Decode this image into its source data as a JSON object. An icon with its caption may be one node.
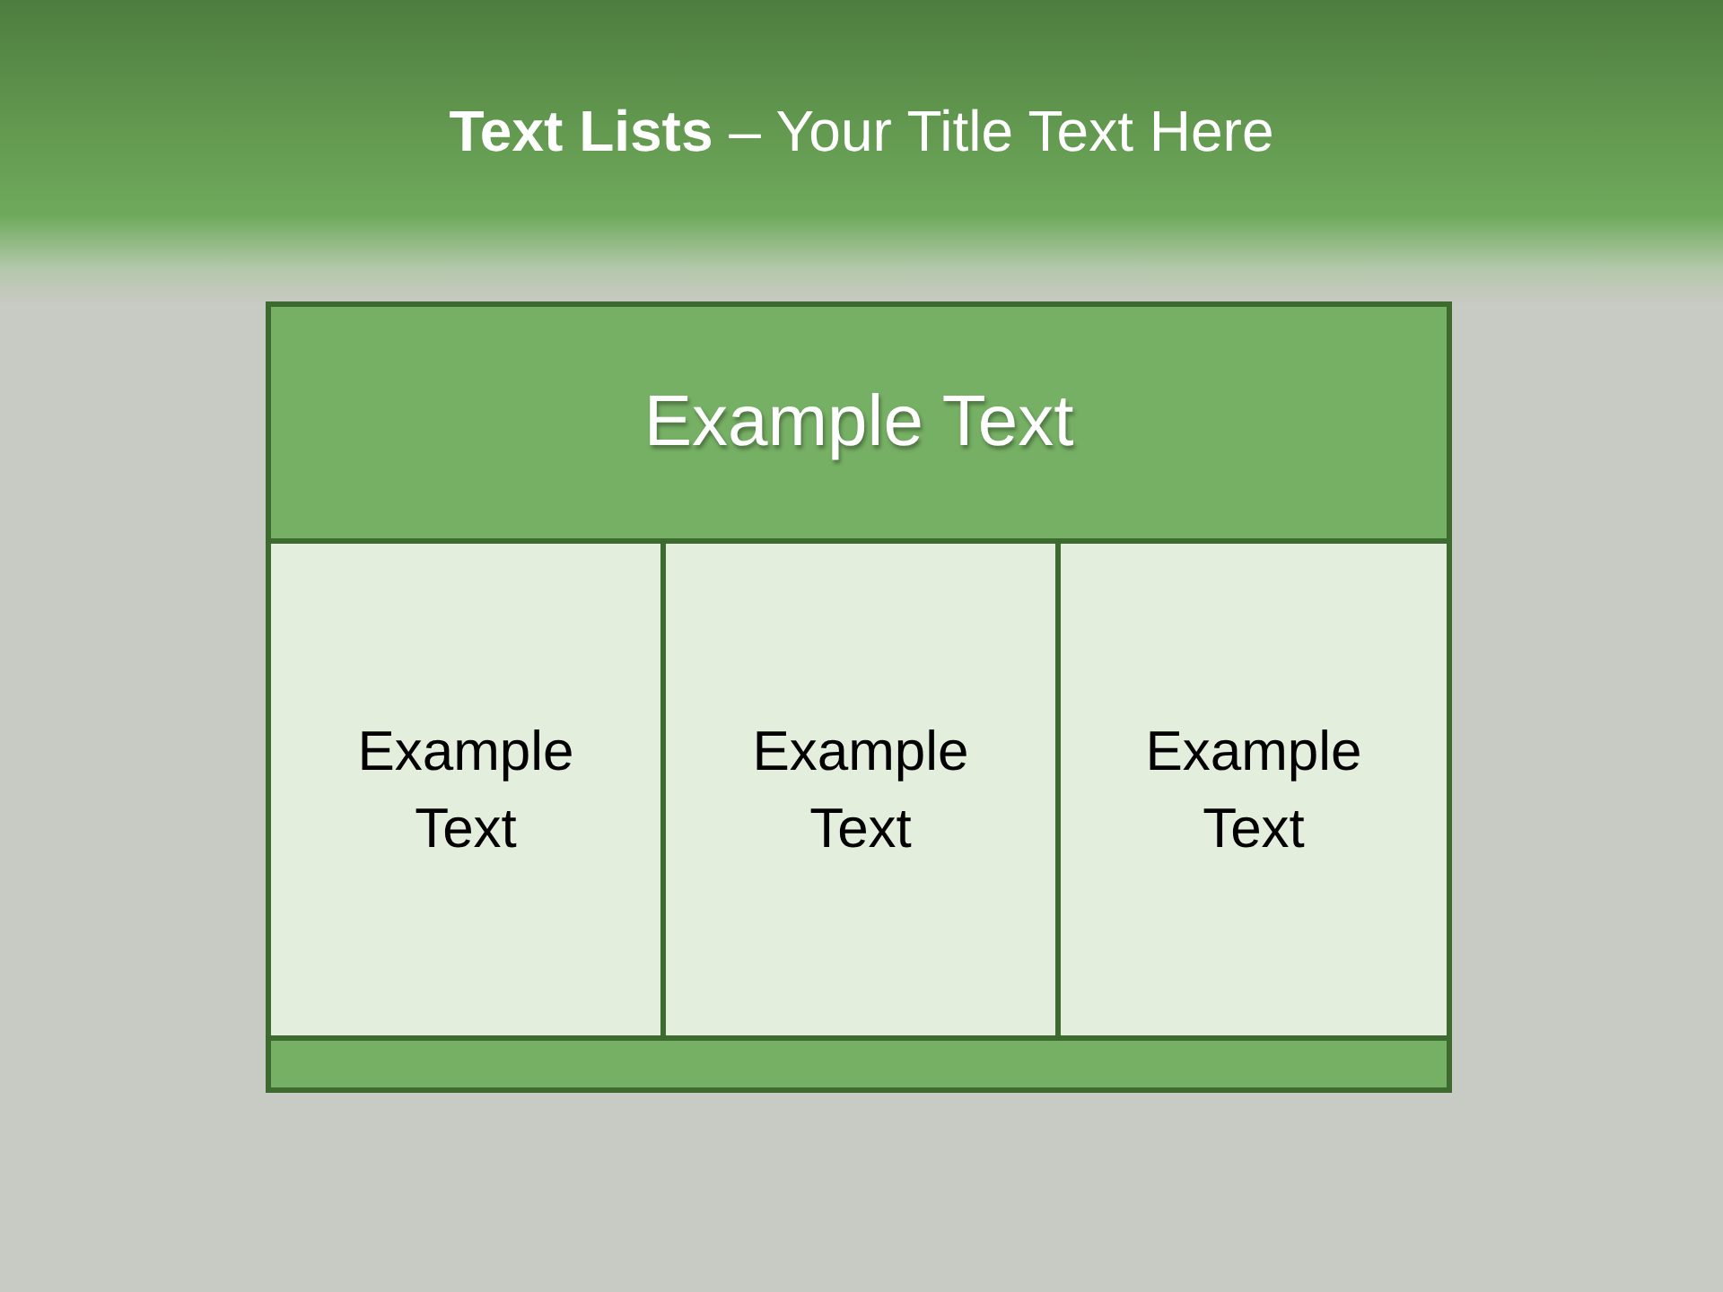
{
  "diagram": {
    "title": "**Text Lists**  – Your Title Text Here",
    "nodes": [
      {
        "text": [
          "Example Text"
        ]
      },
      {
        "text": [
          "Example Text"
        ]
      },
      {
        "text": [
          "Example Text"
        ]
      },
      {
        "text": [
          "Example Text"
        ]
      },
      {
        "text": [],
        "shape": "bar"
      }
    ],
    "edges": []
  }
}
